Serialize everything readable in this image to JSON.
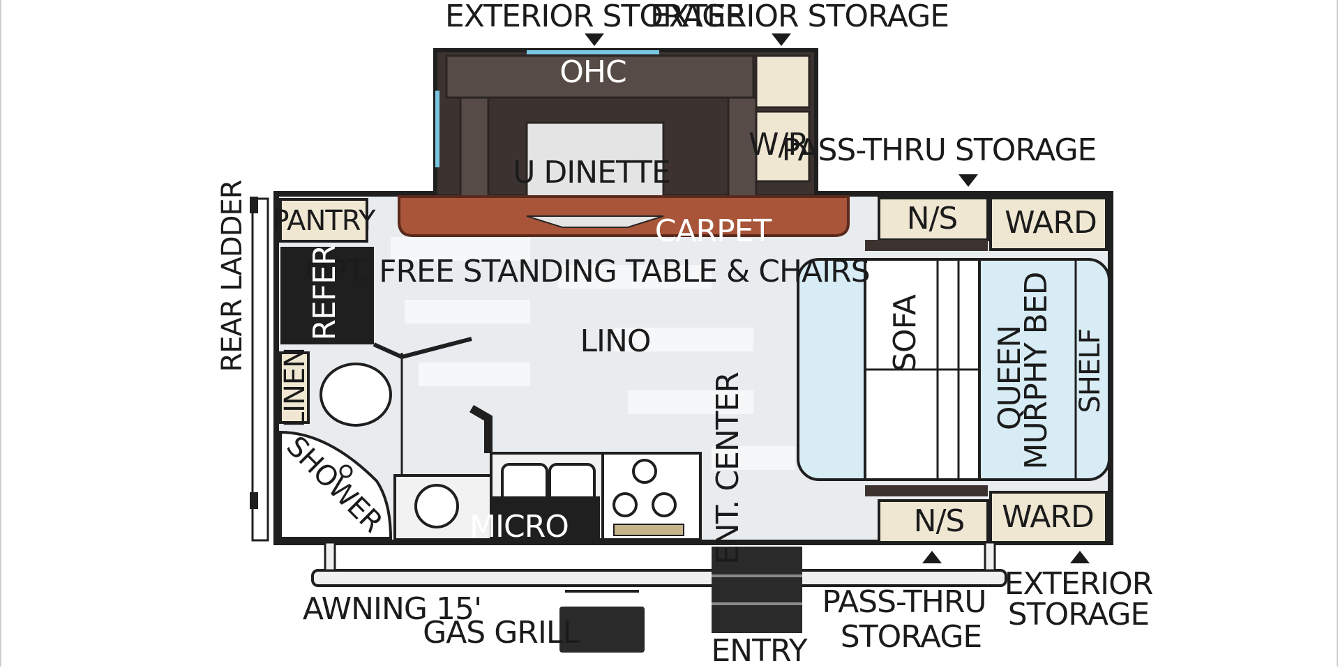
{
  "floorplan": {
    "labels": {
      "exterior_storage_top_left": "EXTERIOR STORAGE",
      "exterior_storage_top_right": "EXTERIOR STORAGE",
      "ohc": "OHC",
      "u_dinette": "U DINETTE",
      "w_r": "W/R",
      "pass_thru_storage_top": "PASS-THRU STORAGE",
      "pantry": "PANTRY",
      "carpet": "CARPET",
      "ns_top": "N/S",
      "ward_top": "WARD",
      "rear_ladder": "REAR LADDER",
      "opt_table": "OPT. FREE STANDING TABLE & CHAIRS",
      "refer": "REFER",
      "lino": "LINO",
      "sofa": "SOFA",
      "queen": "QUEEN",
      "murphy_bed": "MURPHY BED",
      "shelf": "SHELF",
      "linen": "LINEN",
      "shower": "SHOWER",
      "ent_center": "ENT. CENTER",
      "micro": "MICRO",
      "ns_bottom": "N/S",
      "ward_bottom": "WARD",
      "awning": "AWNING 15'",
      "gas_grill": "GAS GRILL",
      "entry": "ENTRY",
      "pass_thru_storage_bottom_1": "PASS-THRU",
      "pass_thru_storage_bottom_2": "STORAGE",
      "exterior_storage_bottom_1": "EXTERIOR",
      "exterior_storage_bottom_2": "STORAGE"
    },
    "colors": {
      "wall": "#1f1f1f",
      "lino": "#e9ecef",
      "carpet": "#a8553a",
      "dinette": "#4a3f3b",
      "cabinet": "#efe7d2",
      "bed": "#d7ecf4"
    }
  }
}
